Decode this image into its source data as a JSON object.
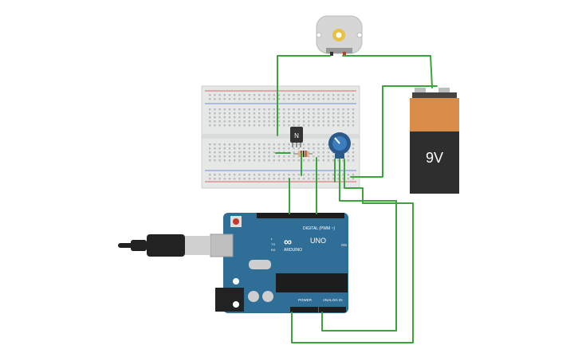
{
  "colors": {
    "wire": "#3aa53a",
    "breadboard": "#e6e7e7",
    "arduino": "#2f6e96",
    "battery_top": "#d98c49",
    "battery_body": "#2e2e2e",
    "motor": "#d6d6d6"
  },
  "battery": {
    "label": "9V"
  },
  "transistor": {
    "label": "N"
  },
  "arduino": {
    "model_label": "UNO",
    "brand_label": "ARDUINO",
    "digital_header_label": "DIGITAL (PWM ~)",
    "power_header_label": "POWER",
    "analog_header_label": "ANALOG IN",
    "on_label": "ON",
    "tx_label": "TX",
    "rx_label": "RX",
    "l_label": "L"
  },
  "components": {
    "motor_icon": "dc-motor-icon",
    "potentiometer_icon": "potentiometer-icon",
    "resistor_icon": "resistor-icon",
    "usb_icon": "usb-cable-icon"
  }
}
